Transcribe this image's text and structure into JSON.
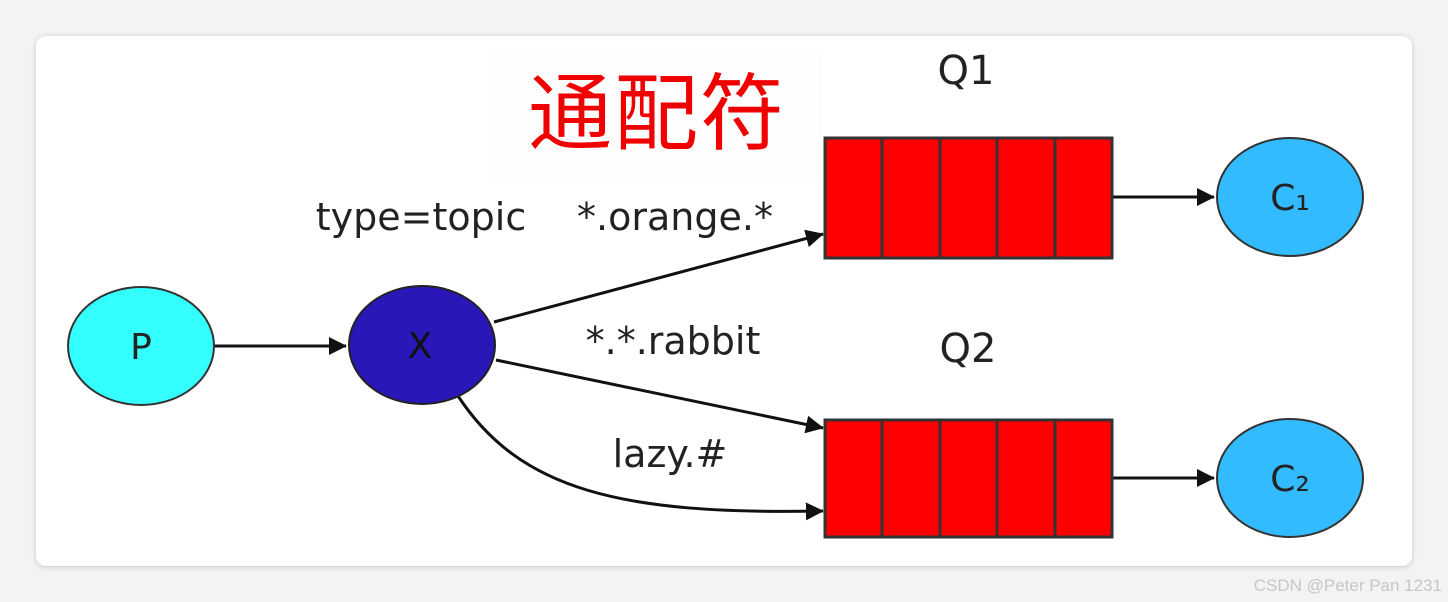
{
  "title": "通配符",
  "exchange_type": "type=topic",
  "nodes": {
    "producer": "P",
    "exchange": "X",
    "consumer1": "C₁",
    "consumer2": "C₂"
  },
  "queues": {
    "q1": "Q1",
    "q2": "Q2"
  },
  "bindings": {
    "orange": "*.orange.*",
    "rabbit": "*.*.rabbit",
    "lazy": "lazy.#"
  },
  "colors": {
    "producer": "#33ffff",
    "exchange": "#2a17b8",
    "queue": "#ff0000",
    "consumer": "#33bbff",
    "title": "#f00000"
  },
  "watermark": "CSDN @Peter Pan 1231"
}
